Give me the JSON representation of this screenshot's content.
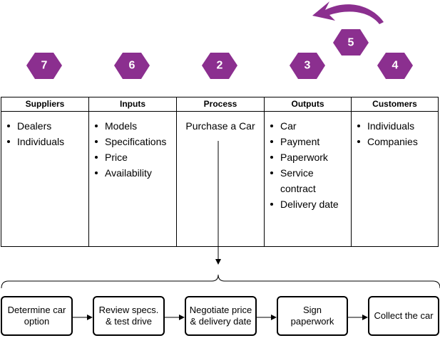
{
  "steps_top": [
    {
      "number": "7"
    },
    {
      "number": "6"
    },
    {
      "number": "2"
    },
    {
      "number": "3"
    },
    {
      "number": "5"
    },
    {
      "number": "4"
    }
  ],
  "columns": {
    "suppliers": {
      "header": "Suppliers",
      "items": [
        "Dealers",
        "Individuals"
      ]
    },
    "inputs": {
      "header": "Inputs",
      "items": [
        "Models",
        "Specifications",
        "Price",
        "Availability"
      ]
    },
    "process": {
      "header": "Process",
      "text": "Purchase a Car"
    },
    "outputs": {
      "header": "Outputs",
      "items": [
        "Car",
        "Payment",
        "Paperwork",
        "Service",
        "contract",
        "Delivery date"
      ]
    },
    "customers": {
      "header": "Customers",
      "items": [
        "Individuals",
        "Companies"
      ]
    }
  },
  "flow": {
    "step1": [
      "Determine car",
      "option"
    ],
    "step2": [
      "Review specs.",
      "& test drive"
    ],
    "step3": [
      "Negotiate price",
      "& delivery date"
    ],
    "step4": [
      "Sign",
      "paperwork"
    ],
    "step5": [
      "Collect the car"
    ]
  },
  "colors": {
    "hexagon": "#8b2f8f",
    "text_on_hex": "#ffffff"
  }
}
